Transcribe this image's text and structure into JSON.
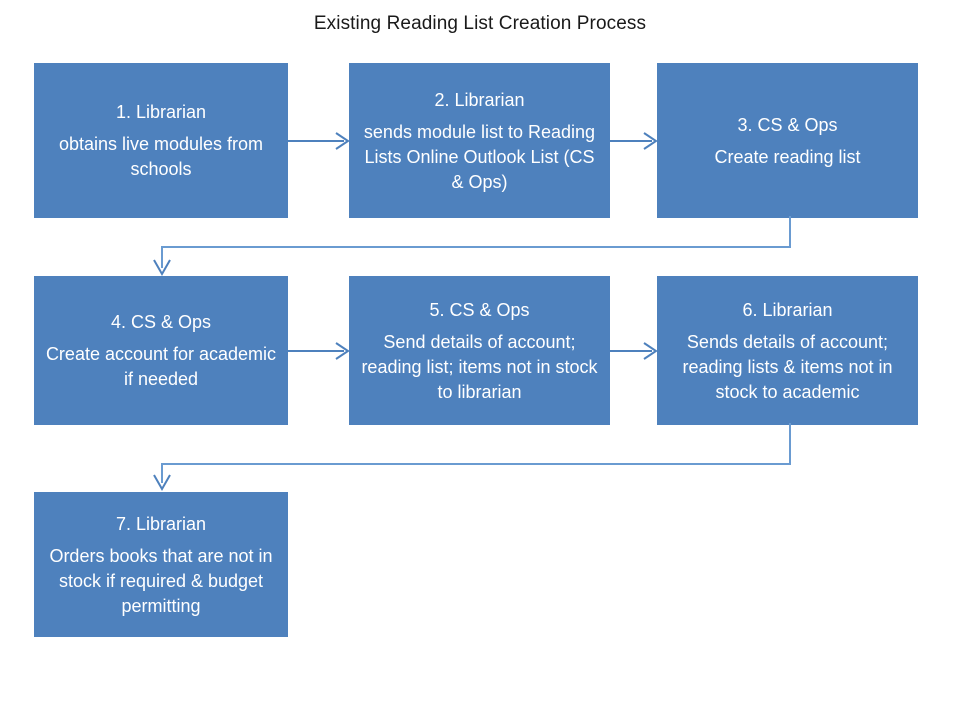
{
  "diagram": {
    "title": "Existing Reading List Creation Process",
    "type": "flowchart",
    "box_fill_color": "#4e81bd",
    "box_text_color": "#ffffff",
    "connector_color": "#4e81bd",
    "background_color": "#ffffff",
    "nodes": [
      {
        "id": 1,
        "head": "1. Librarian",
        "body": "obtains live modules from schools",
        "role": "Librarian"
      },
      {
        "id": 2,
        "head": "2. Librarian",
        "body": "sends  module list to Reading Lists Online Outlook List (CS & Ops)",
        "role": "Librarian"
      },
      {
        "id": 3,
        "head": "3. CS & Ops",
        "body": "Create reading list",
        "role": "CS & Ops"
      },
      {
        "id": 4,
        "head": "4. CS & Ops",
        "body": "Create account for academic if needed",
        "role": "CS & Ops"
      },
      {
        "id": 5,
        "head": "5. CS & Ops",
        "body": "Send details of account; reading list; items not in stock to librarian",
        "role": "CS & Ops"
      },
      {
        "id": 6,
        "head": "6. Librarian",
        "body": "Sends details of account; reading lists & items not in stock to academic",
        "role": "Librarian"
      },
      {
        "id": 7,
        "head": "7. Librarian",
        "body": "Orders books that are not in stock if required & budget permitting",
        "role": "Librarian"
      }
    ],
    "connectors": [
      {
        "from": 1,
        "to": 2,
        "shape": "straight-right"
      },
      {
        "from": 2,
        "to": 3,
        "shape": "straight-right"
      },
      {
        "from": 3,
        "to": 4,
        "shape": "elbow-down-left-down"
      },
      {
        "from": 4,
        "to": 5,
        "shape": "straight-right"
      },
      {
        "from": 5,
        "to": 6,
        "shape": "straight-right"
      },
      {
        "from": 6,
        "to": 7,
        "shape": "elbow-down-left-down"
      }
    ]
  }
}
